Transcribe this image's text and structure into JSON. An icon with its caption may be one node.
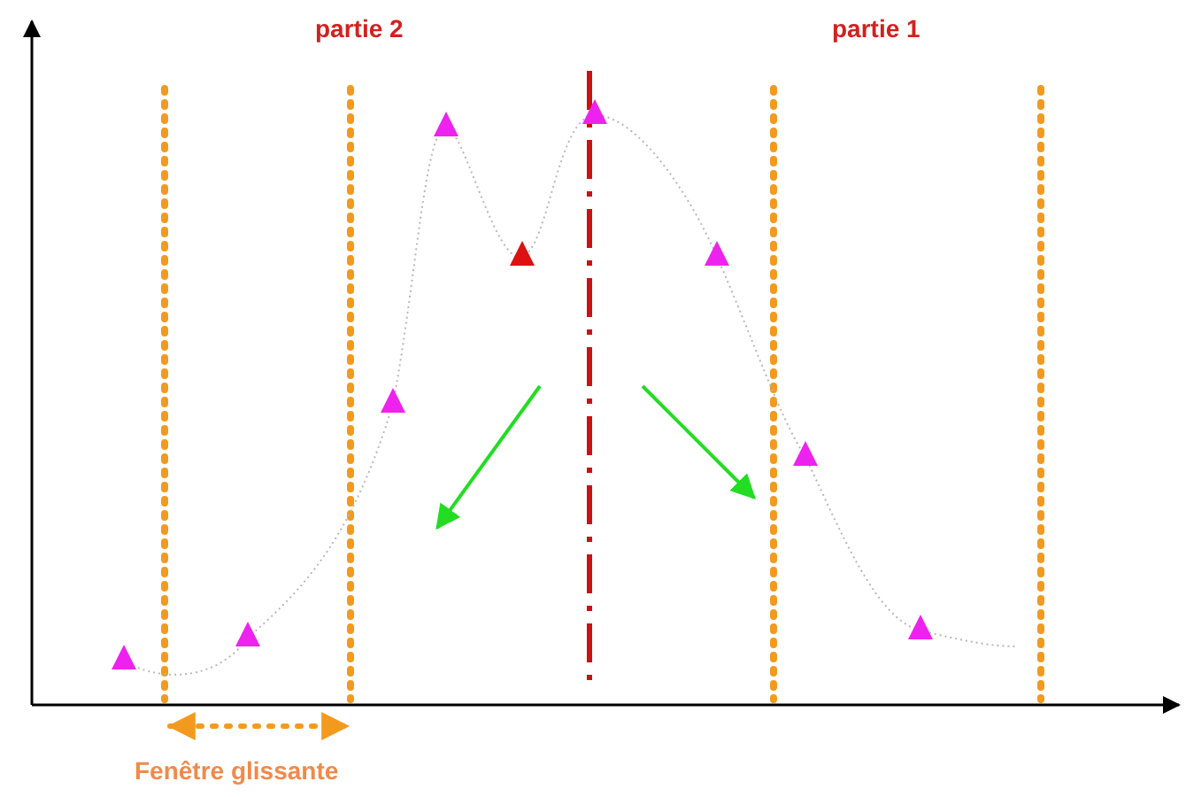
{
  "diagram": {
    "labels": [
      "partie 2",
      "partie 1",
      "Fenêtre glissante"
    ]
  }
}
